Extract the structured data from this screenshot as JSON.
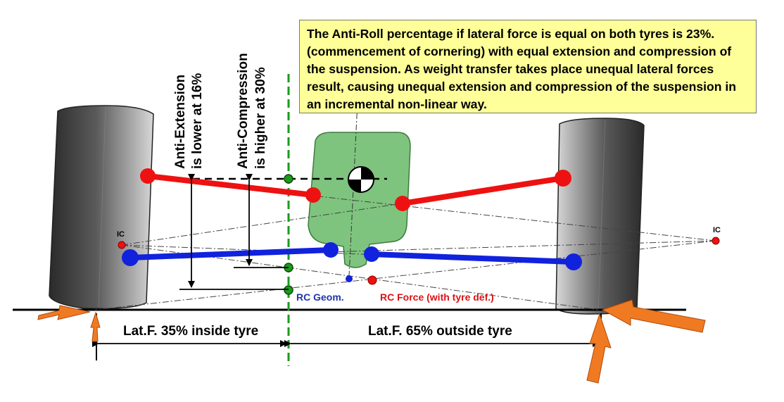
{
  "note": "The Anti-Roll percentage if lateral force is equal on both tyres is 23%. (commencement of cornering) with equal extension and compression of the suspension. As weight transfer takes place unequal lateral forces result, causing unequal extension and compression of the suspension in an incremental non-linear way.",
  "labels": {
    "anti_extension_line1": "Anti-Extension",
    "anti_extension_line2": "is lower at 16%",
    "anti_compression_line1": "Anti-Compression",
    "anti_compression_line2": "is higher at 30%",
    "ic_left": "IC",
    "ic_right": "IC",
    "rc_geom": "RC Geom.",
    "rc_force": "RC Force (with tyre def.)",
    "lat_inside": "Lat.F. 35% inside tyre",
    "lat_outside": "Lat.F. 65% outside tyre"
  },
  "colors": {
    "upper_arm": "#ee1111",
    "lower_arm": "#1122dd",
    "upright_body": "#7ec47e",
    "centerline": "#1a9a1a",
    "force_arrow": "#f07a22",
    "note_bg": "#ffff99",
    "rc_force_text": "#dd1111",
    "rc_geom_text": "#2233aa"
  }
}
